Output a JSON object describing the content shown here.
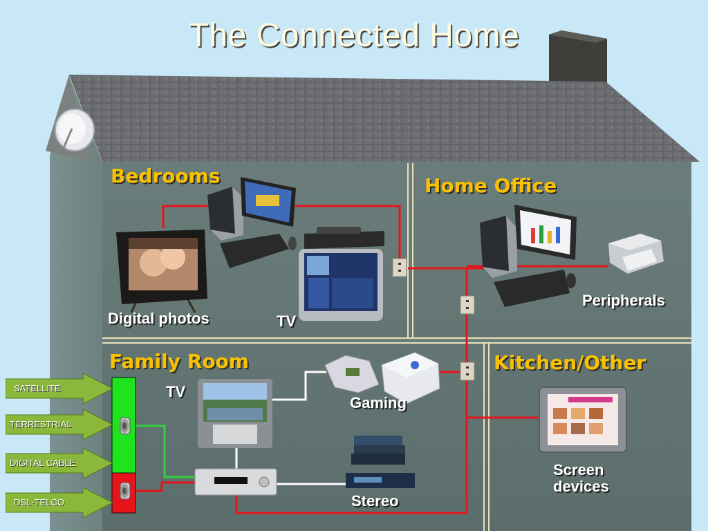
{
  "title": "The Connected Home",
  "rooms": {
    "bedrooms": "Bedrooms",
    "home_office": "Home Office",
    "family_room": "Family Room",
    "kitchen_other": "Kitchen/Other"
  },
  "devices": {
    "digital_photos": "Digital photos",
    "bedroom_tv": "TV",
    "peripherals": "Peripherals",
    "family_tv": "TV",
    "gaming": "Gaming",
    "stereo": "Stereo",
    "screen_devices_line1": "Screen",
    "screen_devices_line2": "devices"
  },
  "inputs": [
    "SATELLITE",
    "TERRESTRIAL",
    "DIGITAL CABLE",
    "DSL-TELCO"
  ],
  "colors": {
    "background": "#c9e8f7",
    "room_label": "#f8c200",
    "wire_red": "#e8141b",
    "wire_white": "#ffffff",
    "wire_green": "#30d040",
    "input_arrow": "#8ab83a"
  }
}
